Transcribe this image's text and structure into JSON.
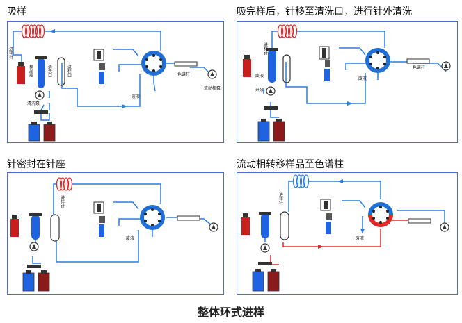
{
  "panels": [
    {
      "caption": "吸样",
      "labels": {
        "needle_v": "进样针",
        "sample_bottle_v": "样品瓶",
        "wash_port_v": "清洗口",
        "inject_port_v": "进样口",
        "wash_pump": "清洗泵",
        "waste": "废液",
        "column": "色谱柱",
        "mobile_pump": "流动相泵"
      }
    },
    {
      "caption": "吸完样后，针移至清洗口，进行针外清洗",
      "labels": {
        "needle_v": "进样针",
        "waste_left": "废液",
        "pump_on": "开泵",
        "waste": "废液",
        "column": "色谱柱"
      }
    },
    {
      "caption": "针密封在针座",
      "labels": {
        "needle_v": "进样针",
        "waste": "废液"
      }
    },
    {
      "caption": "流动相转移样品至色谱柱",
      "labels": {
        "needle_v": "进样针",
        "waste": "废液"
      }
    }
  ],
  "footer": "整体环式进样",
  "colors": {
    "frame": "#4a6fd0",
    "line_blue": "#2a7de1",
    "line_red": "#e02a2a",
    "valve_blue": "#1f6fd6",
    "bottle_red": "#c81e1e",
    "bottle_darkred": "#8b1a1a",
    "bottle_blue": "#1f63e0"
  }
}
